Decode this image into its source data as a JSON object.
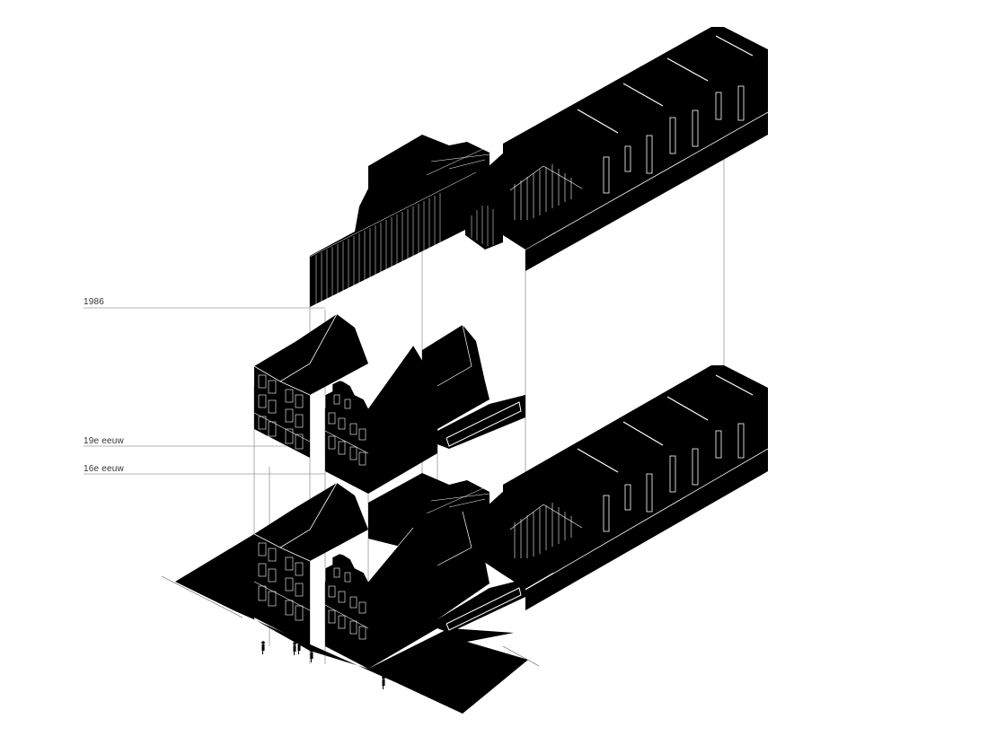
{
  "labels": {
    "layer_1986": "1986",
    "layer_19e": "19e eeuw",
    "layer_16e": "16e eeuw"
  },
  "colors": {
    "mass": "#000000",
    "detail": "#ffffff",
    "leader": "#9a9a9a",
    "background": "#ffffff"
  }
}
